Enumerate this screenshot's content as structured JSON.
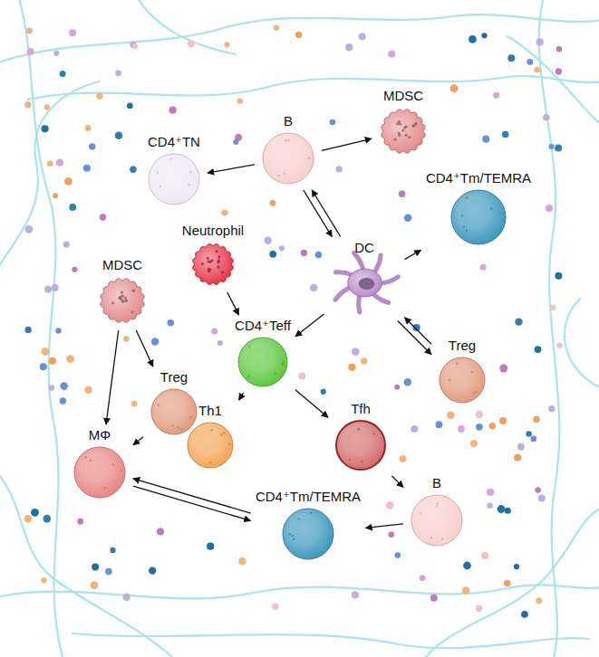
{
  "diagram": {
    "nodes": [
      {
        "text": [
          "B"
        ]
      },
      {
        "text": [
          "MDSC"
        ]
      },
      {
        "text": [
          "CD4⁺TN"
        ]
      },
      {
        "text": [
          "CD4⁺Tm/TEMRA"
        ]
      },
      {
        "text": [
          "Neutrophil"
        ]
      },
      {
        "text": [
          "DC"
        ]
      },
      {
        "text": [
          "MDSC"
        ]
      },
      {
        "text": [
          "CD4⁺Teff"
        ]
      },
      {
        "text": [
          "Treg"
        ]
      },
      {
        "text": [
          "Treg"
        ]
      },
      {
        "text": [
          "Th1"
        ]
      },
      {
        "text": [
          "Tfh"
        ]
      },
      {
        "text": [
          "MΦ"
        ]
      },
      {
        "text": [
          "CD4⁺Tm/TEMRA"
        ]
      },
      {
        "text": [
          "B"
        ]
      }
    ],
    "edges": [
      {
        "from": 0,
        "to": 2,
        "arrow": "to"
      },
      {
        "from": 0,
        "to": 1,
        "arrow": "to"
      },
      {
        "from": 0,
        "to": 5,
        "arrow": "to"
      },
      {
        "from": 5,
        "to": 0,
        "arrow": "to"
      },
      {
        "from": 5,
        "to": 3,
        "arrow": "to"
      },
      {
        "from": 4,
        "to": 7,
        "arrow": "to"
      },
      {
        "from": 5,
        "to": 7,
        "arrow": "to"
      },
      {
        "from": 5,
        "to": 9,
        "arrow": "to"
      },
      {
        "from": 9,
        "to": 5,
        "arrow": "to"
      },
      {
        "from": 6,
        "to": 8,
        "arrow": "to"
      },
      {
        "from": 6,
        "to": 12,
        "arrow": "to"
      },
      {
        "from": 8,
        "to": 12,
        "arrow": "to"
      },
      {
        "from": 7,
        "to": 10,
        "arrow": "to"
      },
      {
        "from": 7,
        "to": 11,
        "arrow": "to"
      },
      {
        "from": 11,
        "to": 14,
        "arrow": "to"
      },
      {
        "from": 14,
        "to": 13,
        "arrow": "to"
      },
      {
        "from": 12,
        "to": 13,
        "arrow": "to"
      },
      {
        "from": 13,
        "to": 12,
        "arrow": "to"
      }
    ]
  }
}
